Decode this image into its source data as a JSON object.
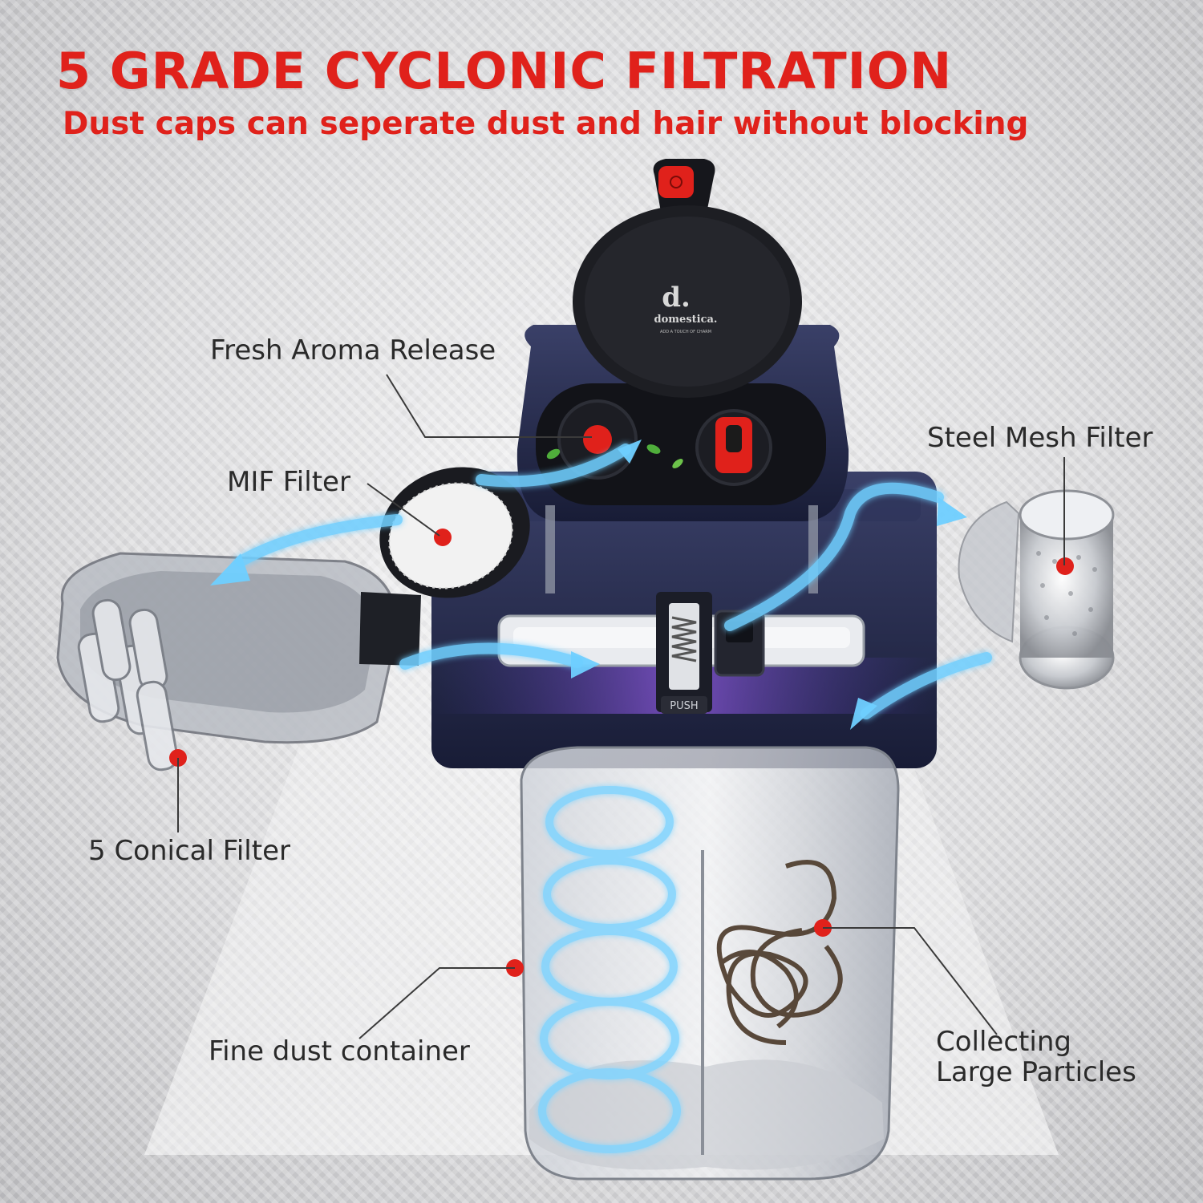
{
  "headline": "5 GRADE CYCLONIC FILTRATION",
  "subheadline": "Dust caps can seperate dust and hair without blocking",
  "brand": {
    "mark": "d.",
    "name": "domestica.",
    "tagline": "ADD A TOUCH OF CHARM"
  },
  "push_label": "PUSH",
  "callouts": {
    "fresh_aroma": "Fresh Aroma Release",
    "mif_filter": "MIF Filter",
    "steel_mesh": "Steel Mesh Filter",
    "conical": "5 Conical Filter",
    "fine_dust": "Fine dust container",
    "large_particles": [
      "Collecting",
      "Large Particles"
    ]
  },
  "colors": {
    "accent_red": "#e0211b",
    "body_navy": "#24294a",
    "airflow_blue": "#5fc7ff"
  }
}
